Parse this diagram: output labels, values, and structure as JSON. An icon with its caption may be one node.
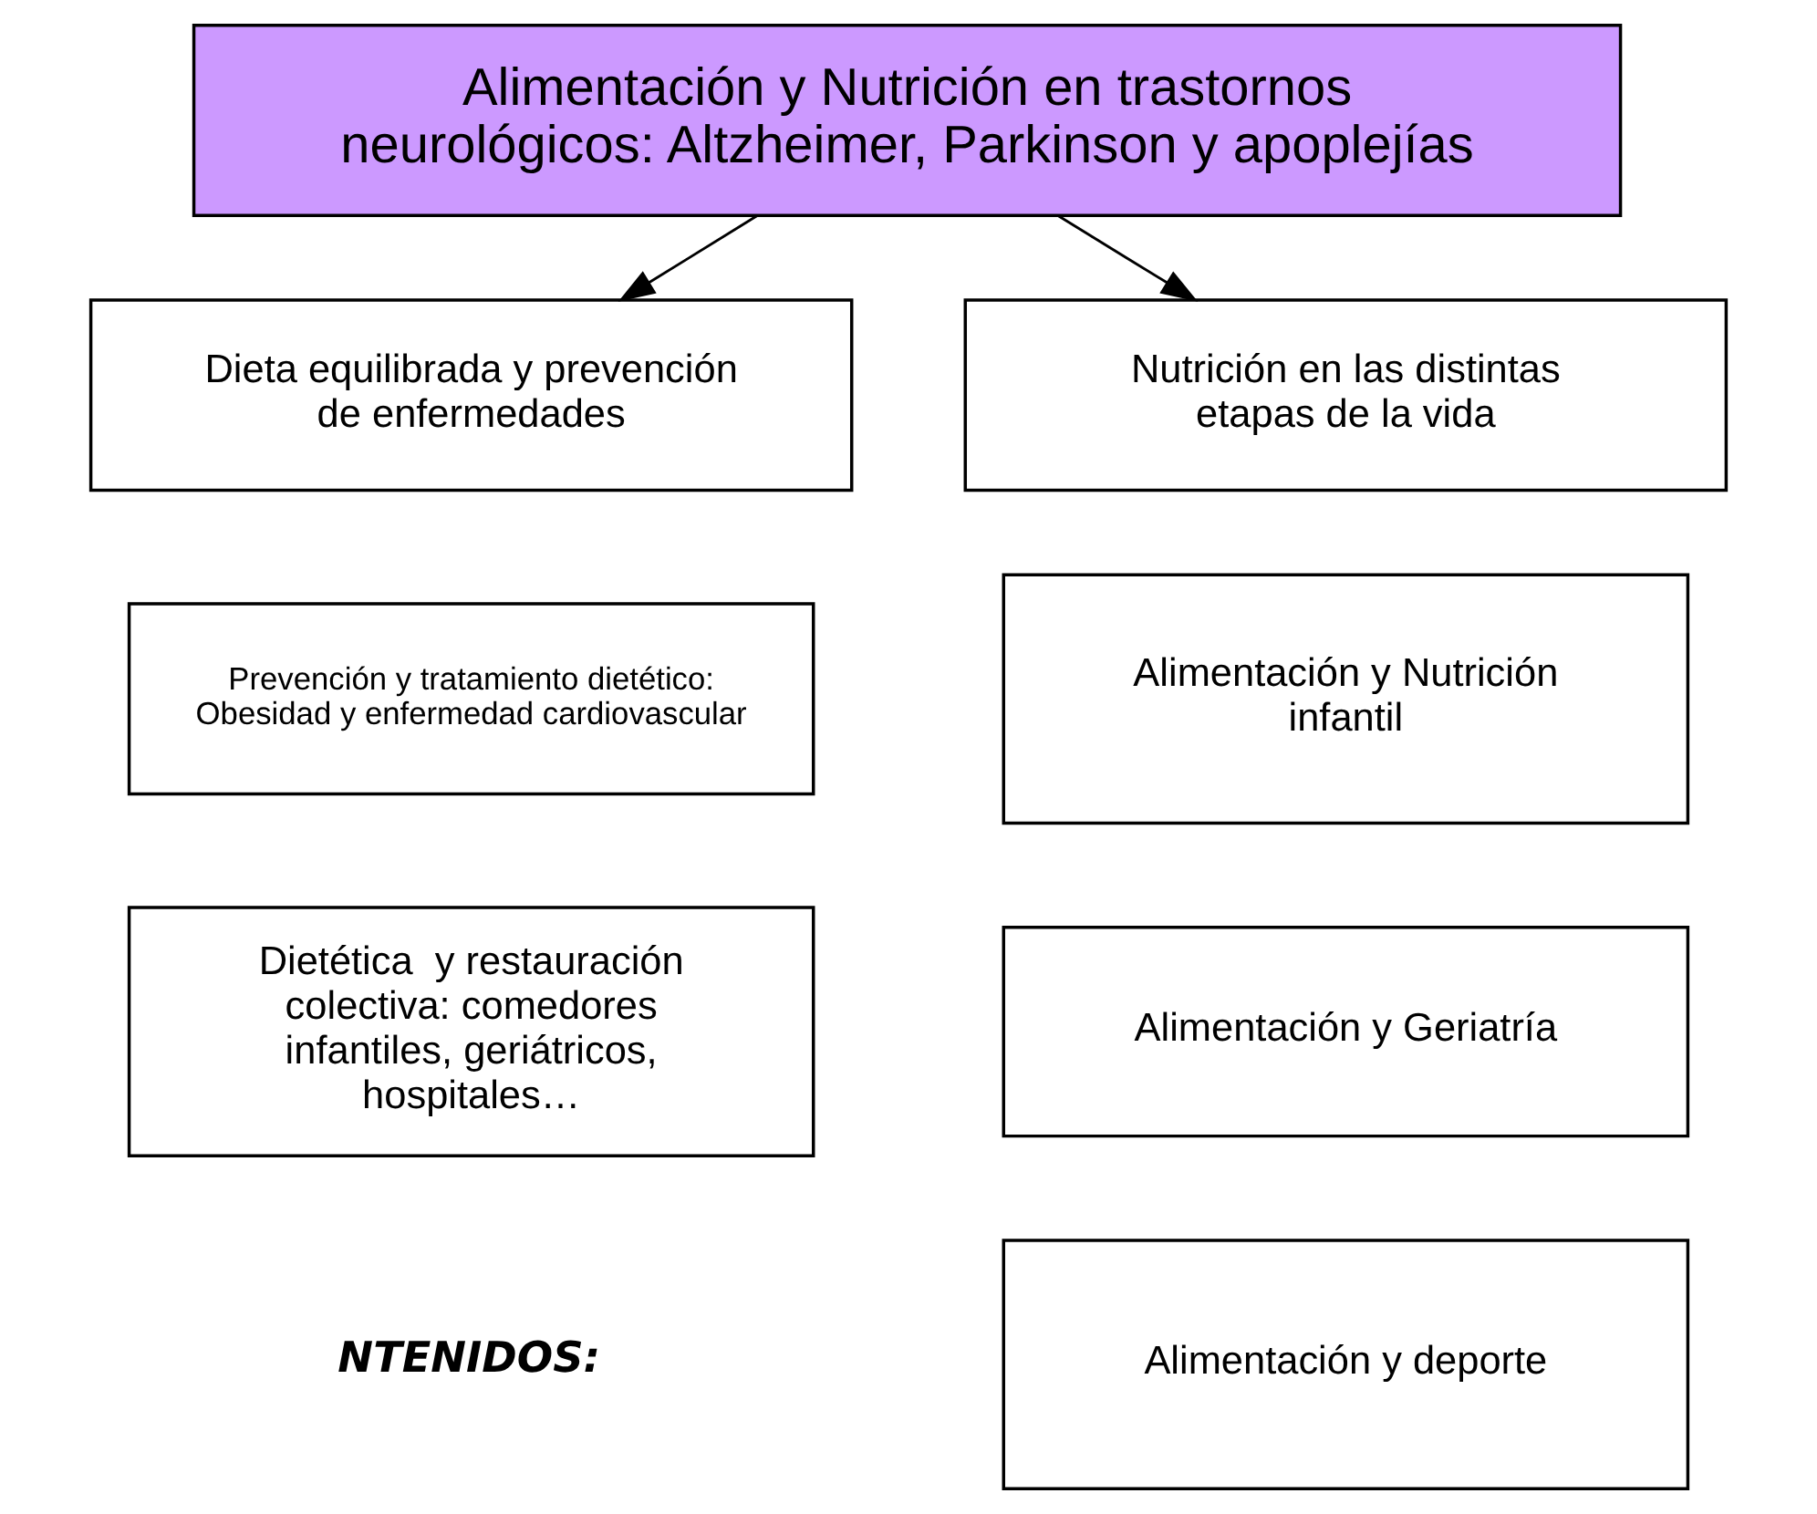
{
  "diagram": {
    "nodes": [
      {
        "text": [
          "Alimentación y Nutrición en trastornos neurológicos: Altzheimer, Parkinson y apoplejías"
        ]
      },
      {
        "text": [
          "Dieta equilibrada y prevención de enfermedades"
        ]
      },
      {
        "text": [
          "Nutrición en las distintas etapas de la vida"
        ]
      },
      {
        "text": [
          "Prevención y tratamiento dietético: Obesidad y enfermedad cardiovascular"
        ]
      },
      {
        "text": [
          "Alimentación y Nutrición infantil"
        ]
      },
      {
        "text": [
          "Dietética  y restauración colectiva: comedores infantiles, geriátricos, hospitales…"
        ]
      },
      {
        "text": [
          "Alimentación y Geriatría"
        ]
      },
      {
        "text": [
          "Alimentación y deporte"
        ]
      }
    ],
    "edges": [
      {
        "from": 0,
        "to": 1,
        "arrow": "to"
      },
      {
        "from": 0,
        "to": 2,
        "arrow": "to"
      }
    ],
    "labels": [
      "NTENIDOS:"
    ]
  }
}
